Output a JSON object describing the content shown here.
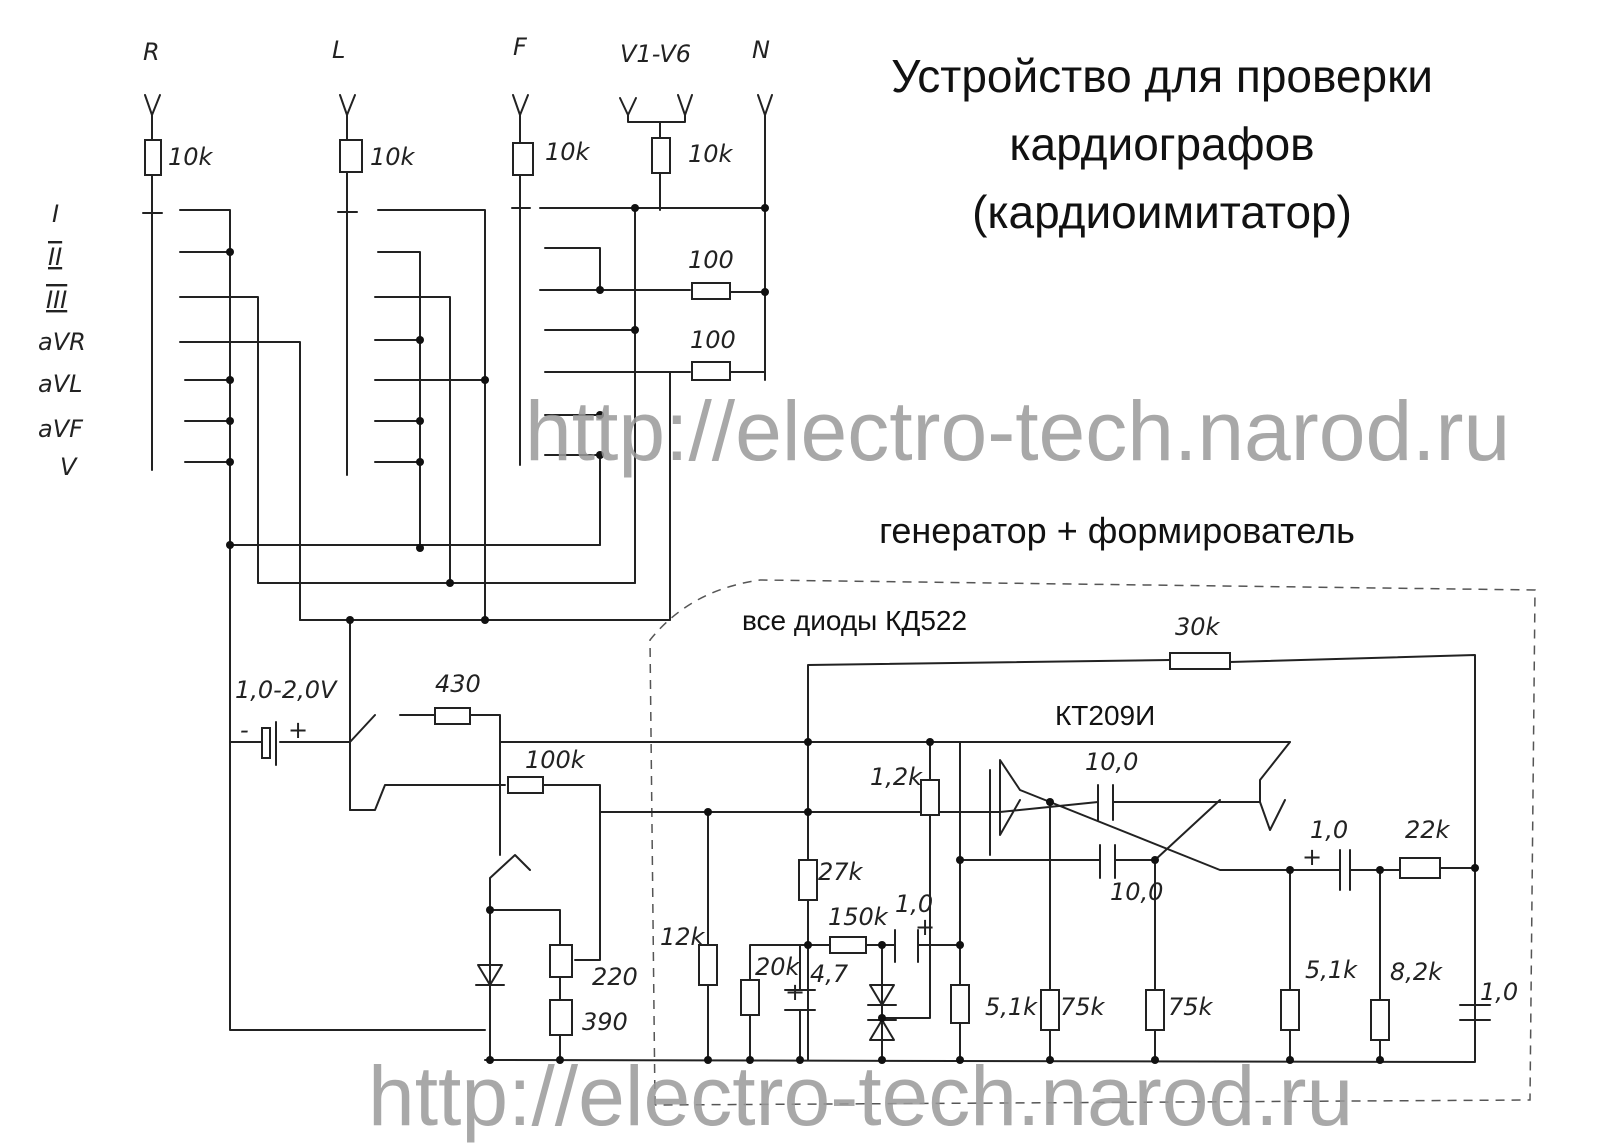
{
  "title": {
    "line1": "Устройство для проверки",
    "line2": "кардиографов",
    "line3": "(кардиоимитатор)"
  },
  "subtitle": "генератор + формирователь",
  "diodes_note": "все диоды КД522",
  "transistor": "КТ209И",
  "watermark": "http://electro-tech.narod.ru",
  "leads": {
    "r": "R",
    "l": "L",
    "f": "F",
    "v": "V1-V6",
    "n": "N"
  },
  "lead_resistors": {
    "r": "10k",
    "l": "10k",
    "f": "10k",
    "v": "10k"
  },
  "switch_positions": [
    "I",
    "II",
    "III",
    "aVR",
    "aVL",
    "aVF",
    "V"
  ],
  "components": {
    "r100a": "100",
    "r100b": "100",
    "battery": "1,0-2,0V",
    "r430": "430",
    "r100k": "100k",
    "r220": "220",
    "r390": "390",
    "r30k": "30k",
    "r1_2k": "1,2k",
    "c10a": "10,0",
    "c10b": "10,0",
    "c1a": "1,0",
    "r22k": "22k",
    "r27k": "27k",
    "r12k": "12k",
    "r150k": "150k",
    "c1b": "1,0",
    "r20k": "20k",
    "c4_7": "4,7",
    "r5_1a": "5,1k",
    "r75a": "75k",
    "r75b": "75k",
    "r5_1b": "5,1k",
    "r8_2k": "8,2k",
    "c1c": "1,0",
    "plus": "+",
    "minus": "-"
  }
}
